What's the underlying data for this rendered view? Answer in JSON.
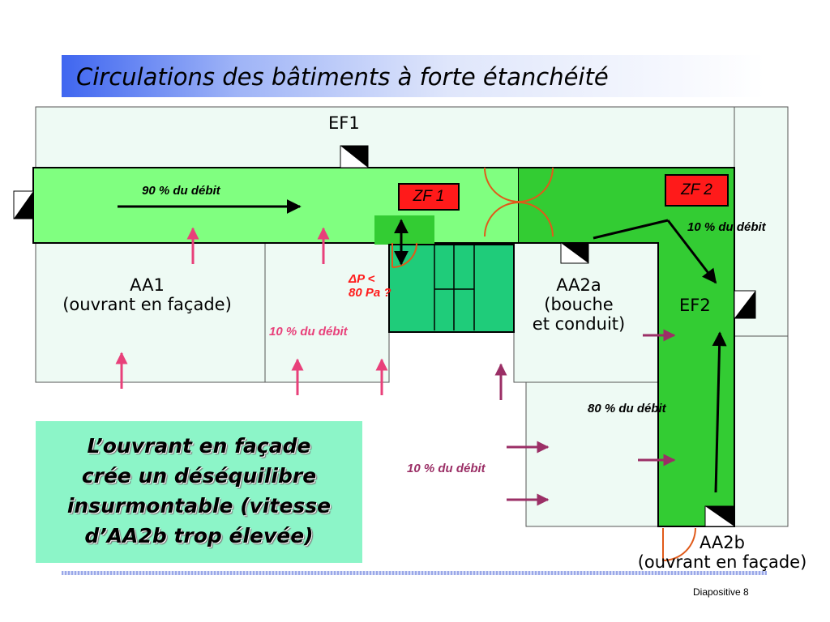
{
  "title": "Circulations des bâtiments à forte étanchéité",
  "zones": {
    "ef1": "EF1",
    "ef2": "EF2",
    "zf1": "ZF 1",
    "zf2": "ZF  2"
  },
  "rooms": {
    "aa1_line1": "AA1",
    "aa1_line2": "(ouvrant en façade)",
    "aa2a_line1": "AA2a",
    "aa2a_line2": "(bouche",
    "aa2a_line3": "et conduit)",
    "aa2b_line1": "AA2b",
    "aa2b_line2": "(ouvrant en façade)"
  },
  "flows": {
    "corridor": "90 % du débit",
    "aa2a": "10 % du débit",
    "ef2_top": "10 % du débit",
    "ef2_bottom": "80 % du débit",
    "aa2b": "10 % du débit"
  },
  "pressure": {
    "line1": "ΔP <",
    "line2": "80 Pa ?"
  },
  "note": {
    "line1": "L’ouvrant en façade",
    "line2": "crée un déséquilibre",
    "line3": "insurmontable (vitesse",
    "line4": "d’AA2b trop élevée)"
  },
  "footer": "Diapositive 8",
  "colors": {
    "corridor": "#80ff80",
    "corridor_dark": "#33cc33",
    "stair": "#1fcc7a",
    "room_fill": "#eefaf4",
    "zf_fill": "#ff1a1a",
    "arrow_pink": "#e8407a",
    "arrow_purple": "#9b2f66",
    "door_orange": "#e05a1a",
    "note_fill": "#8cf5c8"
  }
}
